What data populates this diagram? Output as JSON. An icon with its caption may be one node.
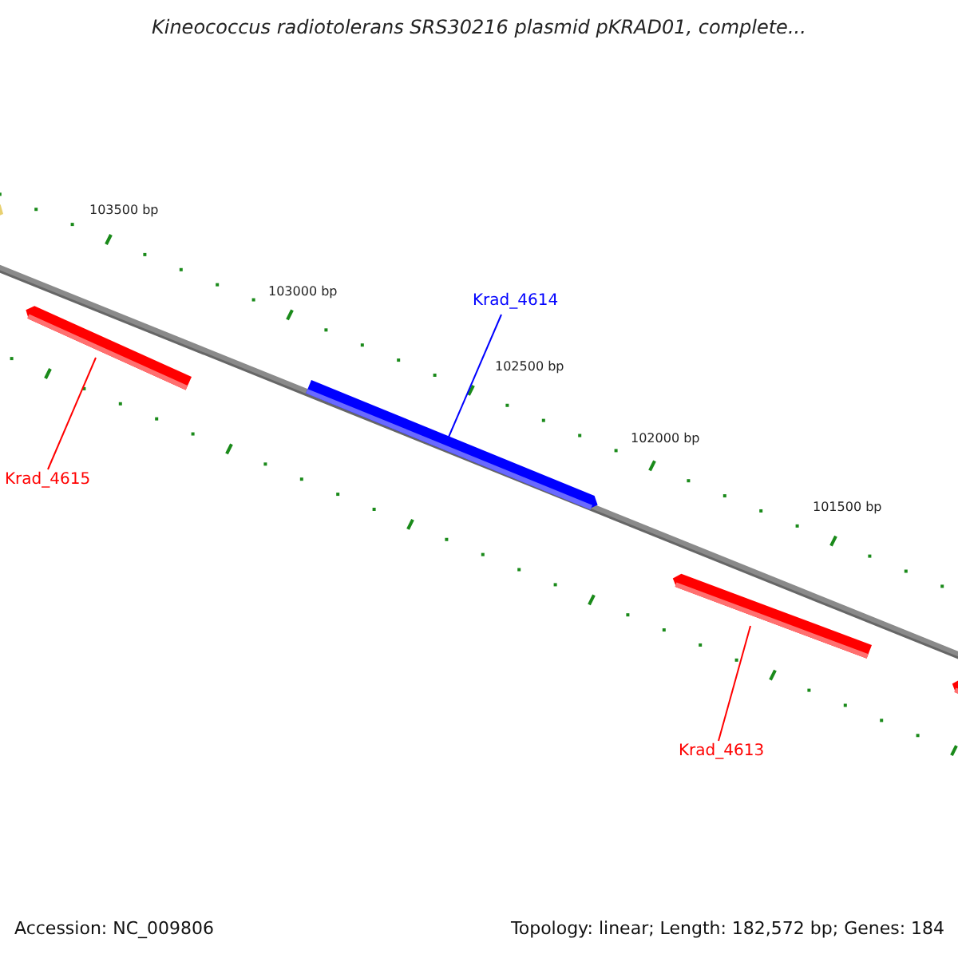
{
  "diagram": {
    "title": "Kineococcus radiotolerans SRS30216 plasmid pKRAD01, complete...",
    "nodes": [
      {
        "text": [],
        "shape": "bar"
      },
      {
        "text": [
          "Krad_4614"
        ]
      },
      {
        "text": [],
        "shape": "bar"
      },
      {
        "text": [],
        "shape": "bar"
      },
      {
        "text": [
          "Krad_4615"
        ]
      },
      {
        "text": [],
        "shape": "bar"
      },
      {
        "text": [],
        "shape": "bar"
      },
      {
        "text": [
          "Krad_4613"
        ]
      }
    ],
    "edges": [
      {
        "from": 1,
        "to": 3,
        "arrow": "none",
        "color": "#0000ff"
      },
      {
        "from": 4,
        "to": 2,
        "arrow": "none",
        "color": "#ff0000"
      },
      {
        "from": 7,
        "to": 5,
        "arrow": "none",
        "color": "#ff0000"
      }
    ],
    "labels": [
      "103500 bp",
      "103000 bp",
      "102500 bp",
      "102000 bp",
      "101500 bp",
      "Accession: NC_009806",
      "Topology: linear; Length: 182,572 bp; Genes: 184"
    ]
  }
}
